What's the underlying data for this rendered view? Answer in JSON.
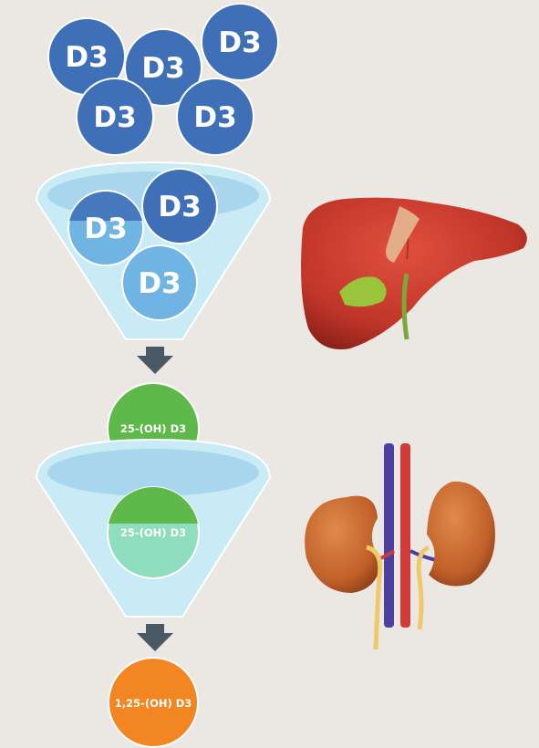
{
  "molecules": {
    "d3": "D3",
    "calcidiol": "25-(OH) D3",
    "calcitriol": "1,25-(OH) D3"
  },
  "colors": {
    "background": "#ebe7e2",
    "d3_blue": "#3f6fb6",
    "d3_filtered": "#6fb4e2",
    "calcidiol_green": "#5fb84a",
    "calcidiol_filtered": "#8fdcbf",
    "calcitriol_orange": "#f28622",
    "funnel": "#c9ebf6",
    "arrow": "#4a5866",
    "liver": "#c63a2c",
    "kidney": "#c8672e"
  },
  "icons": [
    "funnel-icon",
    "arrow-down-icon",
    "liver-icon",
    "kidneys-icon"
  ]
}
